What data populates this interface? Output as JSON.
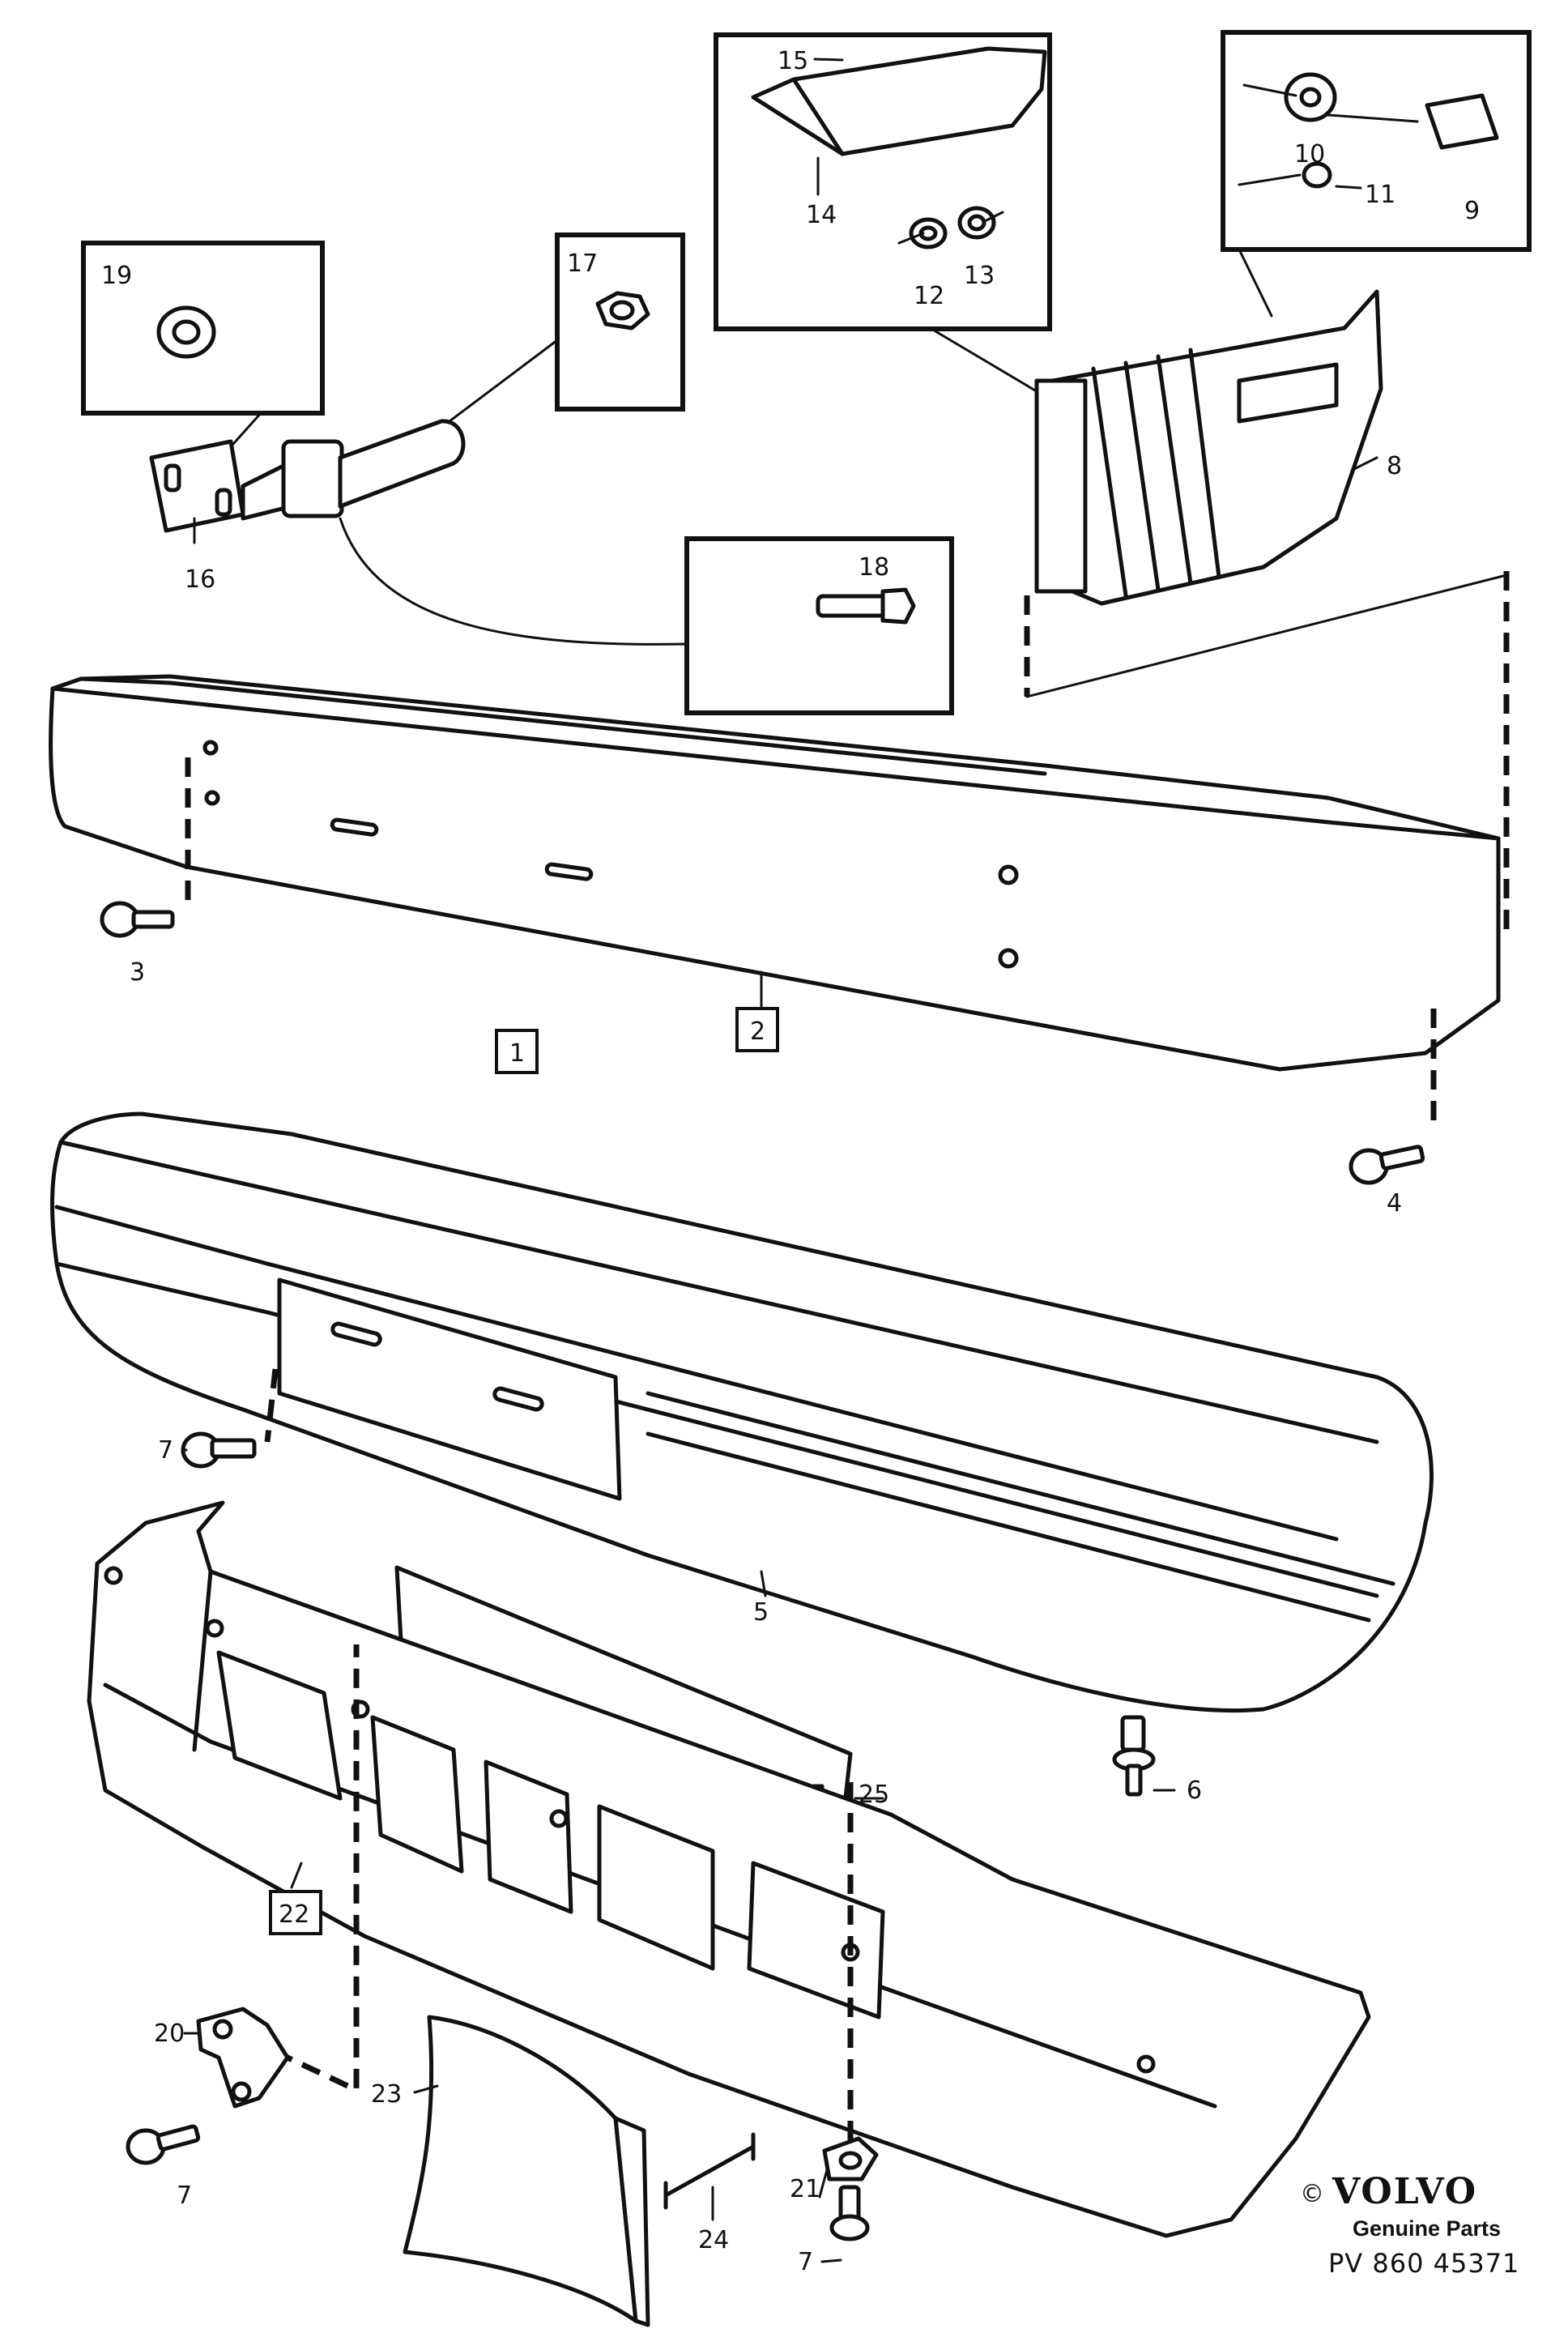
{
  "callouts": [
    "1",
    "2",
    "3",
    "4",
    "5",
    "6",
    "7",
    "8",
    "9",
    "10",
    "11",
    "12",
    "13",
    "14",
    "15",
    "16",
    "17",
    "18",
    "19",
    "20",
    "21",
    "22",
    "23",
    "24",
    "25"
  ],
  "boxed_callouts": [
    "1",
    "2",
    "22"
  ],
  "copyright_symbol": "©",
  "brand": "VOLVO",
  "brand_subtitle": "Genuine Parts",
  "drawing_number": "PV 860 45371"
}
